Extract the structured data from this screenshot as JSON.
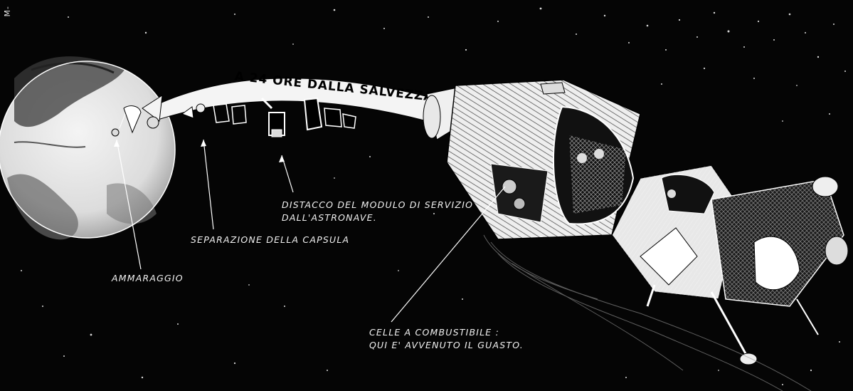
{
  "banner": {
    "title": "A 24 ORE DALLA SALVEZZA"
  },
  "labels": {
    "splashdown": "AMMARAGGIO",
    "capsule_separation": "SEPARAZIONE DELLA CAPSULA",
    "service_module_detach_line1": "DISTACCO DEL MODULO DI SERVIZIO",
    "service_module_detach_line2": "DALL'ASTRONAVE.",
    "fuel_cells_line1": "CELLE A COMBUSTIBILE :",
    "fuel_cells_line2": "QUI E' AVVENUTO IL GUASTO."
  },
  "corner_mark": "M-"
}
